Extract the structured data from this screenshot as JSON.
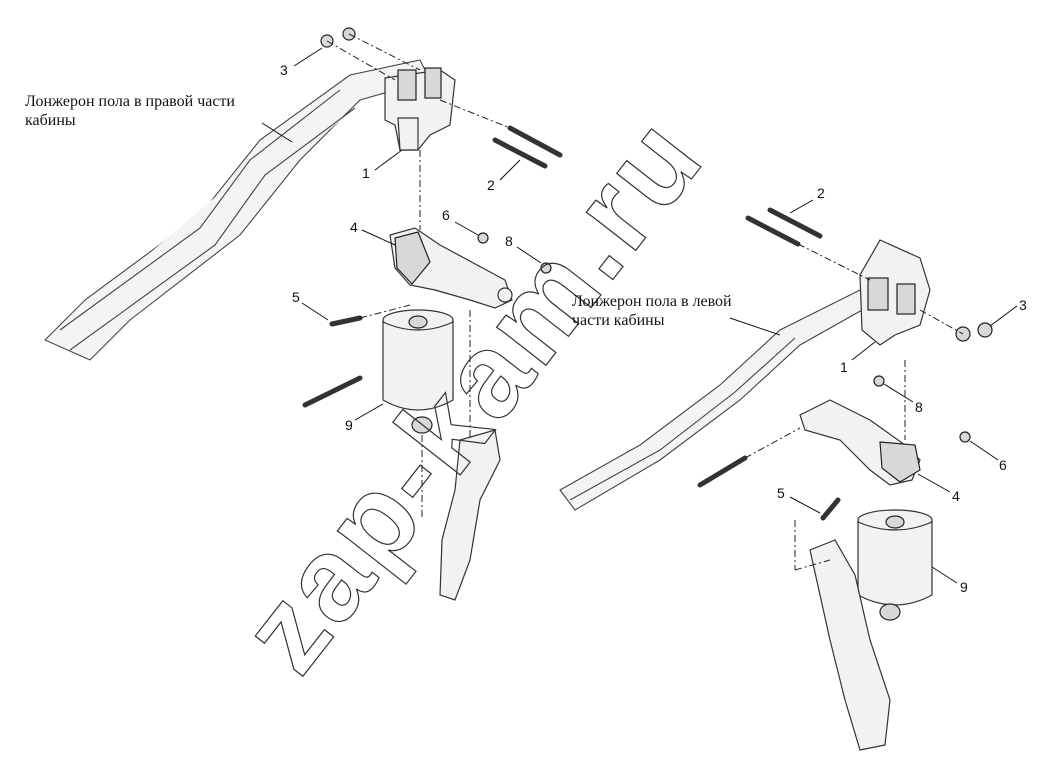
{
  "labels": {
    "right_rail": "Лонжерон пола в правой части кабины",
    "left_rail": "Лонжерон пола в левой части кабины"
  },
  "watermark": "zap-kam.ru",
  "callouts_right": [
    "3",
    "1",
    "2",
    "4",
    "6",
    "8",
    "5",
    "9"
  ],
  "callouts_left": [
    "2",
    "3",
    "1",
    "8",
    "6",
    "4",
    "5",
    "9"
  ]
}
